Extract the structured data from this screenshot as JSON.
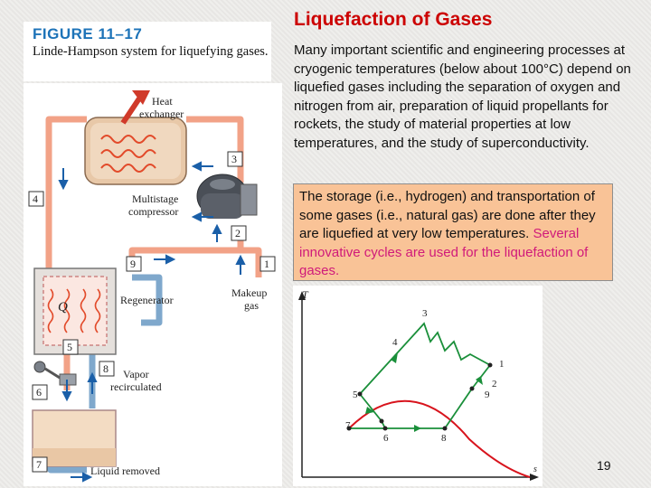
{
  "slide": {
    "title": "Liquefaction of Gases",
    "body": "Many important scientific and engineering processes at cryogenic temperatures (below about 100°C) depend on liquefied gases including the separation of oxygen and nitrogen from air, preparation of liquid propellants for rockets, the study of material properties at low temperatures, and the study of superconductivity.",
    "callout_text": "The storage (i.e., hydrogen) and transportation of some gases (i.e., natural gas) are done after they are liquefied at very low temperatures. ",
    "callout_highlight": "Several innovative cycles are used for the liquefaction of gases.",
    "page_number": "19"
  },
  "figure": {
    "label": "FIGURE 11–17",
    "caption": "Linde-Hampson system for liquefying gases.",
    "labels": {
      "heat_exchanger": "Heat exchanger",
      "heat_exchanger_line1": "Heat",
      "heat_exchanger_line2": "exchanger",
      "compressor_line1": "Multistage",
      "compressor_line2": "compressor",
      "regenerator": "Regenerator",
      "q_symbol": "Q",
      "makeup_line1": "Makeup",
      "makeup_line2": "gas",
      "vapor_line1": "Vapor",
      "vapor_line2": "recirculated",
      "liquid_removed": "Liquid removed"
    },
    "state_points": [
      "1",
      "2",
      "3",
      "4",
      "5",
      "6",
      "7",
      "8",
      "9"
    ]
  },
  "ts_diagram": {
    "t_axis": "T",
    "s_axis": "s",
    "state_points": [
      "1",
      "2",
      "3",
      "4",
      "5",
      "6",
      "7",
      "8",
      "9"
    ]
  },
  "colors": {
    "title": "#cc0000",
    "figure_label": "#1d73b8",
    "callout_bg": "#f9c397",
    "highlight": "#d01a7a",
    "pipe_hot": "#f2a287",
    "pipe_cold": "#7fa8cc",
    "arrow": "#1a5fa8"
  }
}
